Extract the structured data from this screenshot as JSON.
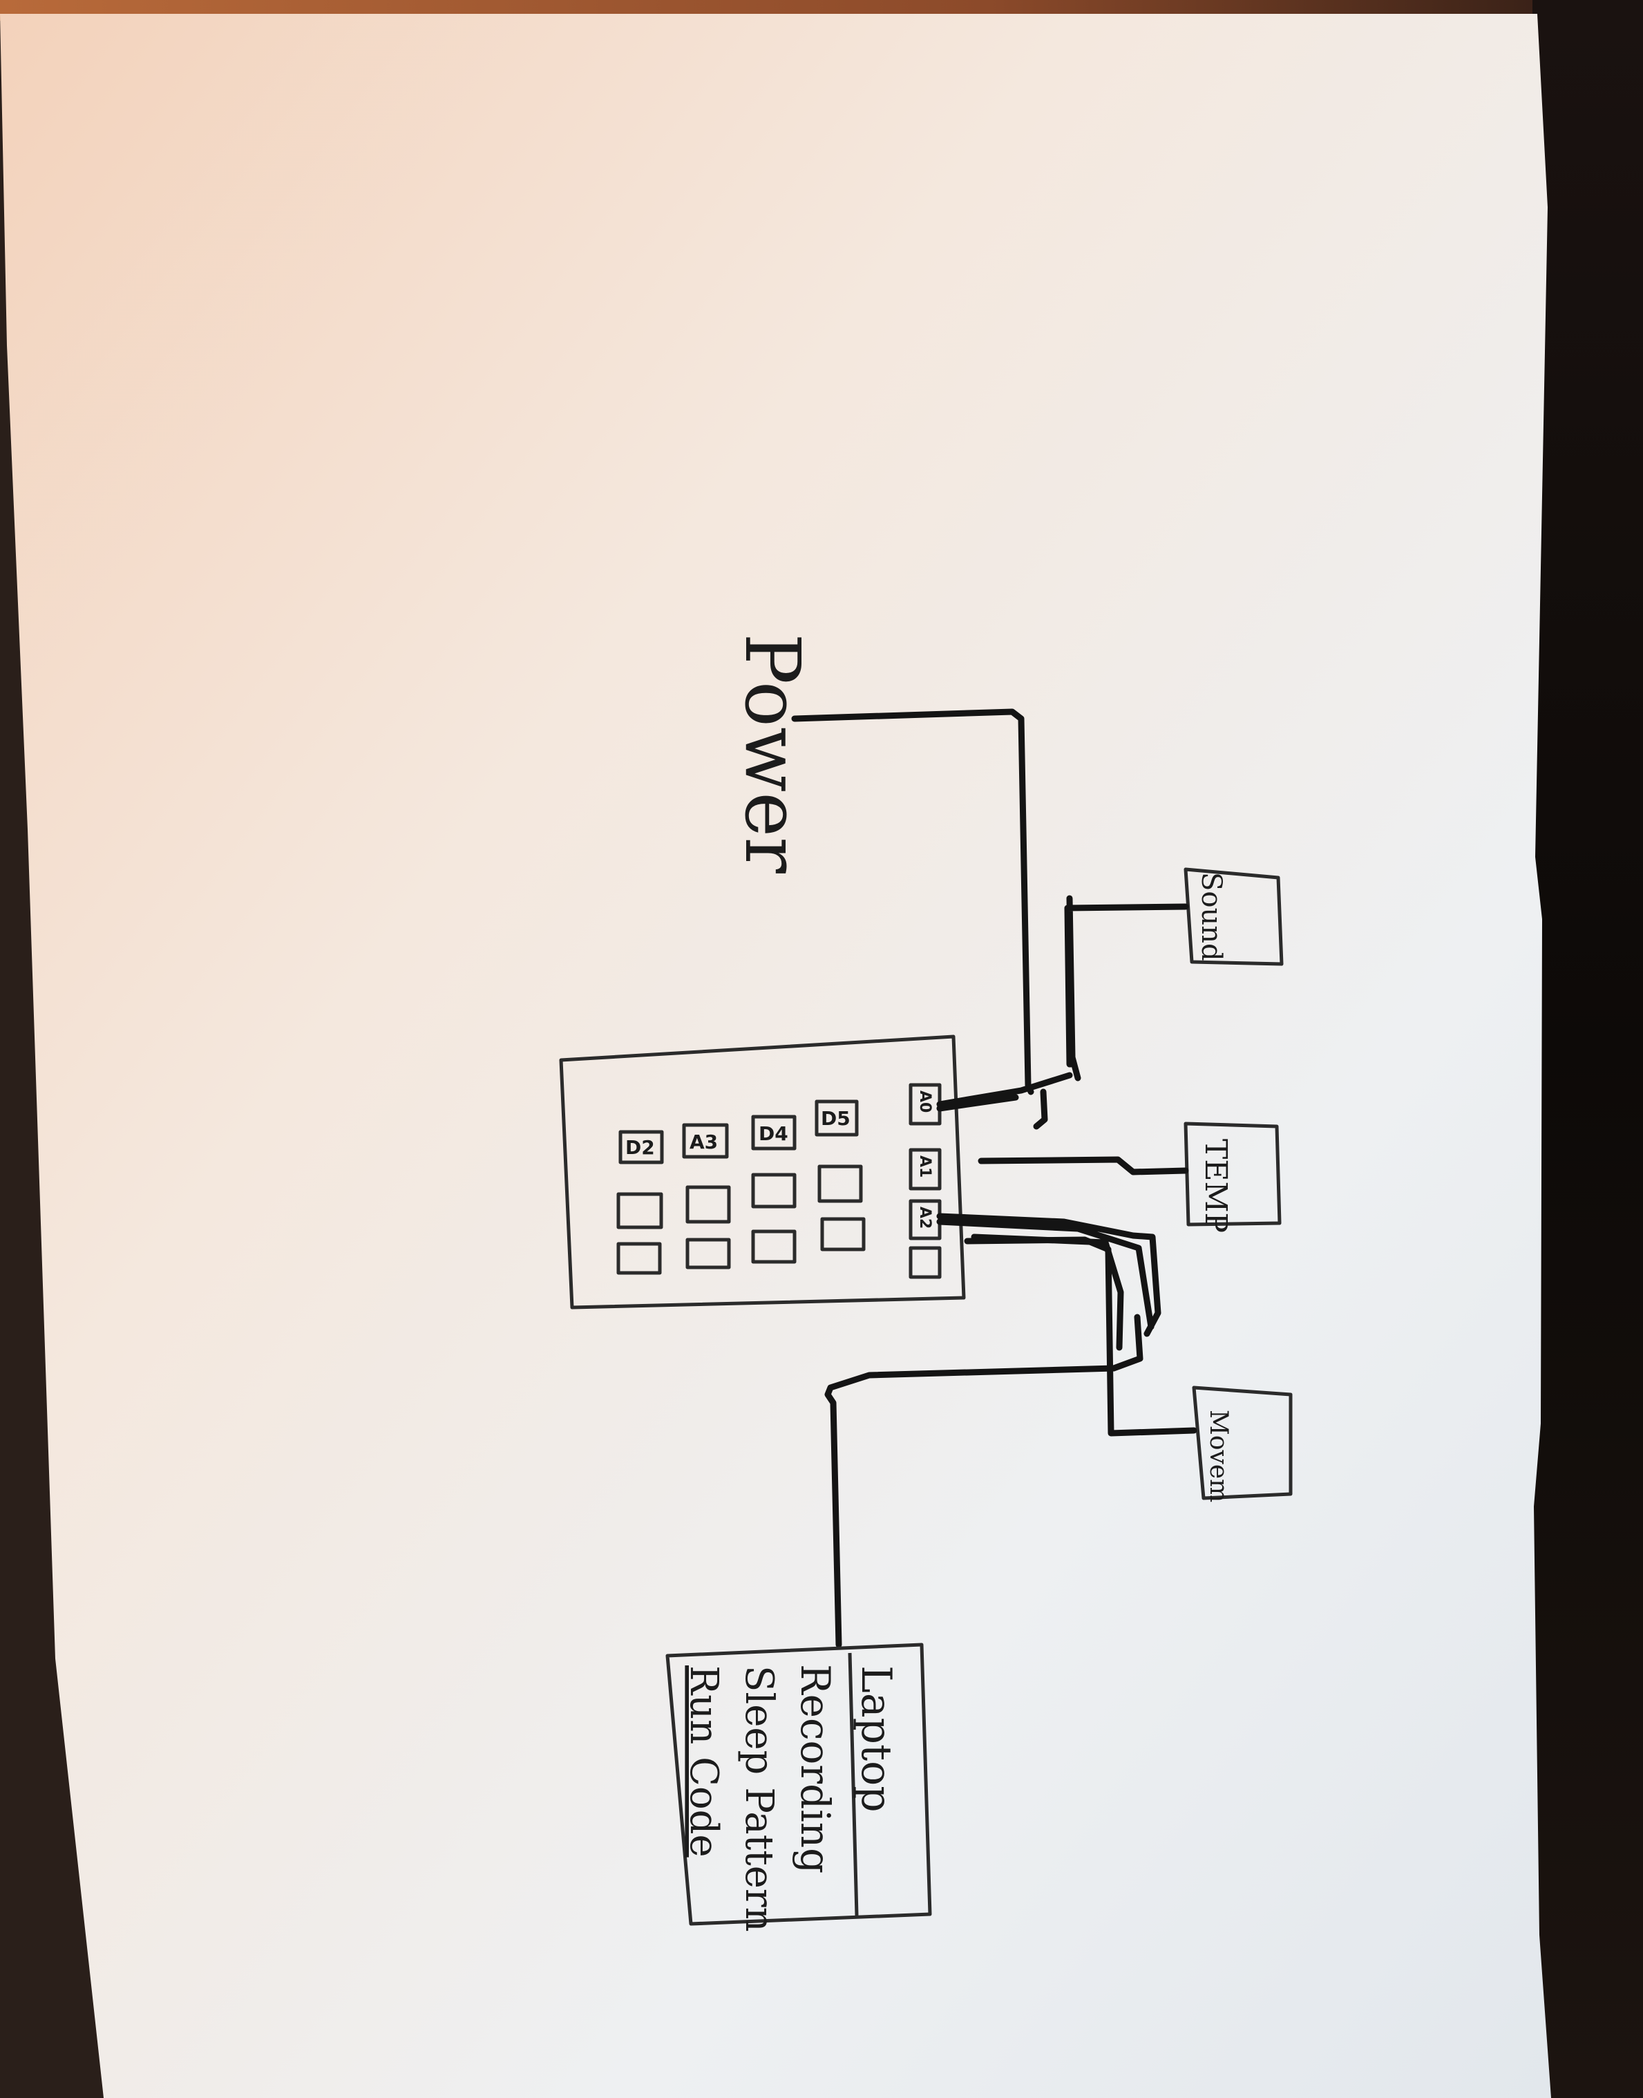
{
  "labels": {
    "power": "Power",
    "sound": "Sound",
    "temp": "TEMP",
    "motion": "Movem",
    "pins": [
      "D2",
      "A3",
      "D4",
      "D5",
      "A0",
      "A1",
      "A2"
    ]
  },
  "laptop": {
    "lines": [
      "Laptop",
      "Recording",
      "Sleep Pattern",
      "Run Code"
    ]
  }
}
